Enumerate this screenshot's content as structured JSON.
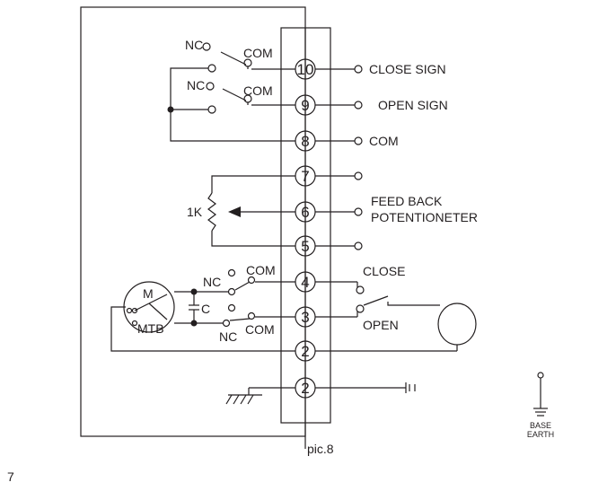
{
  "terminals": {
    "t10": "10",
    "t9": "9",
    "t8": "8",
    "t7": "7",
    "t6": "6",
    "t5": "5",
    "t4": "4",
    "t3": "3",
    "t2a": "2",
    "t2b": "2"
  },
  "labels": {
    "nc_top1": "NC",
    "com_top1": "COM",
    "nc_top2": "NC",
    "com_top2": "COM",
    "close_sign": "CLOSE SIGN",
    "open_sign": "OPEN SIGN",
    "com_out": "COM",
    "feedback1": "FEED BACK",
    "feedback2": "POTENTIONETER",
    "resistor": "1K",
    "nc_mid1": "NC",
    "com_mid1": "COM",
    "nc_mid2": "NC",
    "com_mid2": "COM",
    "close": "CLOSE",
    "open": "OPEN",
    "motor": "M",
    "mtb": "MTB",
    "capacitor": "C",
    "base": "BASE",
    "earth": "EARTH",
    "caption": "pic.8",
    "page_number": "7"
  }
}
